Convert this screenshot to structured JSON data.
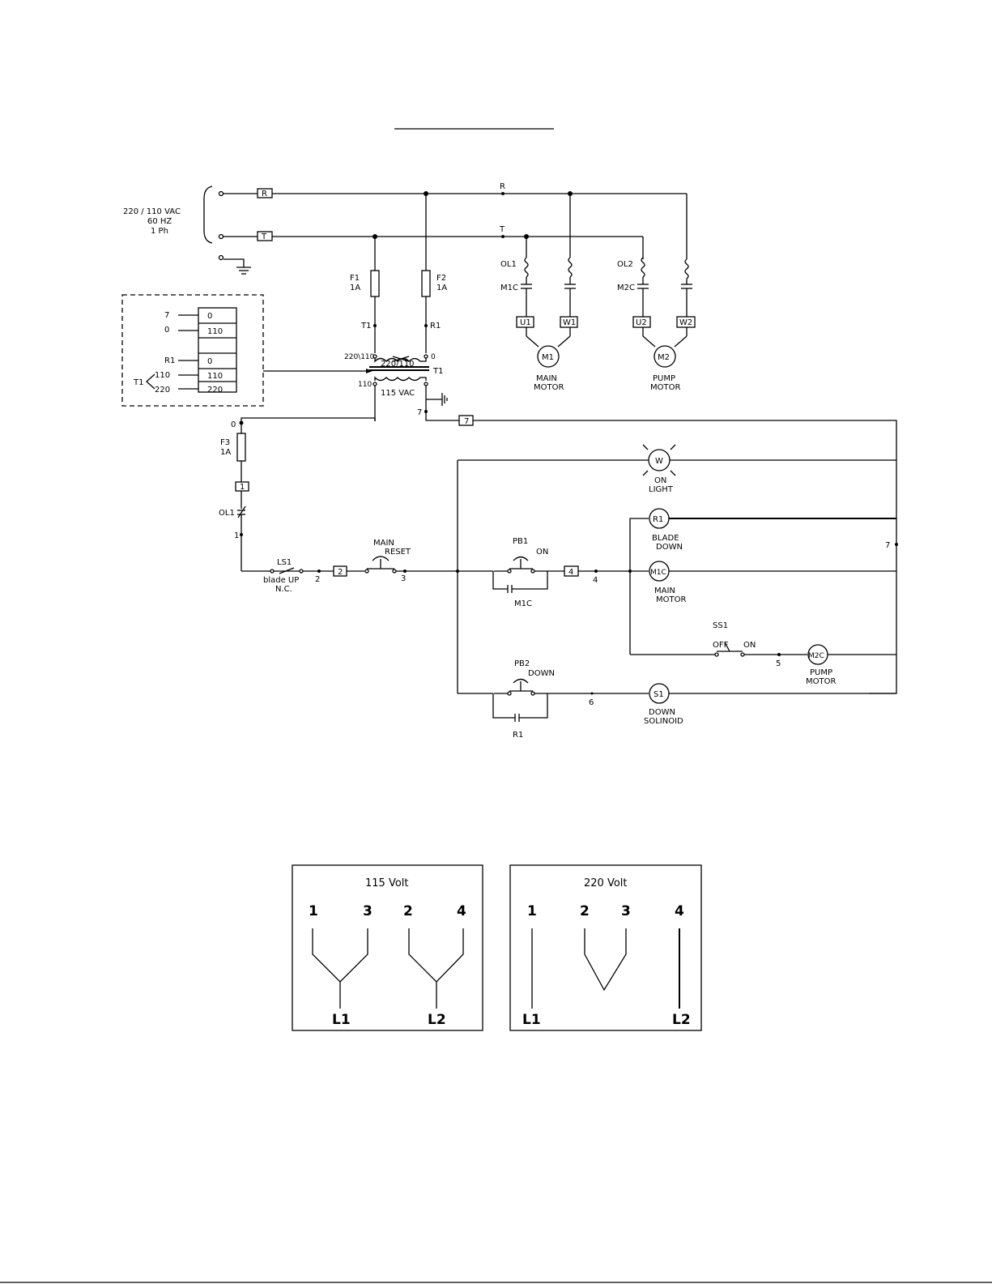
{
  "supply": {
    "voltage": "220 / 110 VAC",
    "frequency": "60 HZ",
    "phase": "1 Ph",
    "terminal_r": "R",
    "terminal_t": "T",
    "bus_r": "R",
    "bus_t": "T"
  },
  "fuses": {
    "f1": "F1",
    "f1_rating": "1A",
    "f2": "F2",
    "f2_rating": "1A",
    "f3": "F3",
    "f3_rating": "1A"
  },
  "transformer": {
    "ratio": "220/110",
    "name": "T1",
    "secondary": "115 VAC",
    "t1_node": "T1",
    "r1_node": "R1",
    "tap_220_110": "220\\110",
    "tap_110": "110",
    "tap_0": "0",
    "tap_7": "7"
  },
  "tap_table": {
    "rows": [
      {
        "left": "7",
        "right": "0"
      },
      {
        "left": "0",
        "right": "110"
      },
      {
        "left": "R1",
        "right": "0"
      },
      {
        "left": "110",
        "right": "110"
      },
      {
        "left": "220",
        "right": "220"
      }
    ],
    "t1": "T1"
  },
  "motors": {
    "ol1": "OL1",
    "m1c": "M1C",
    "u1": "U1",
    "w1": "W1",
    "m1": "M1",
    "m1_label_1": "MAIN",
    "m1_label_2": "MOTOR",
    "ol2": "OL2",
    "m2c": "M2C",
    "u2": "U2",
    "w2": "W2",
    "m2": "M2",
    "m2_label_1": "PUMP",
    "m2_label_2": "MOTOR"
  },
  "control": {
    "node_0": "0",
    "wire_1": "1",
    "wire_7": "7",
    "ol1": "OL1",
    "node_1": "1",
    "ls1": "LS1",
    "ls1_desc_1": "blade UP",
    "ls1_desc_2": "N.C.",
    "node_2": "2",
    "wire_2": "2",
    "main_label": "MAIN",
    "reset_label": "RESET",
    "node_3": "3",
    "on_light": "W",
    "on_light_label_1": "ON",
    "on_light_label_2": "LIGHT",
    "pb1": "PB1",
    "pb1_on": "ON",
    "pb1_aux": "M1C",
    "wire_4": "4",
    "node_4": "4",
    "r1_coil": "R1",
    "r1_label_1": "BLADE",
    "r1_label_2": "DOWN",
    "m1c_coil": "M1C",
    "m1c_label_1": "MAIN",
    "m1c_label_2": "MOTOR",
    "node_7": "7",
    "ss1": "SS1",
    "ss1_off": "OFF",
    "ss1_on": "ON",
    "node_5": "5",
    "m2c_coil": "M2C",
    "m2c_label_1": "PUMP",
    "m2c_label_2": "MOTOR",
    "pb2": "PB2",
    "pb2_down": "DOWN",
    "pb2_aux": "R1",
    "node_6": "6",
    "s1_coil": "S1",
    "s1_label_1": "DOWN",
    "s1_label_2": "SOLINOID"
  },
  "wiring_115": {
    "title": "115 Volt",
    "t1": "1",
    "t3": "3",
    "t2": "2",
    "t4": "4",
    "l1": "L1",
    "l2": "L2"
  },
  "wiring_220": {
    "title": "220 Volt",
    "t1": "1",
    "t2": "2",
    "t3": "3",
    "t4": "4",
    "l1": "L1",
    "l2": "L2"
  }
}
